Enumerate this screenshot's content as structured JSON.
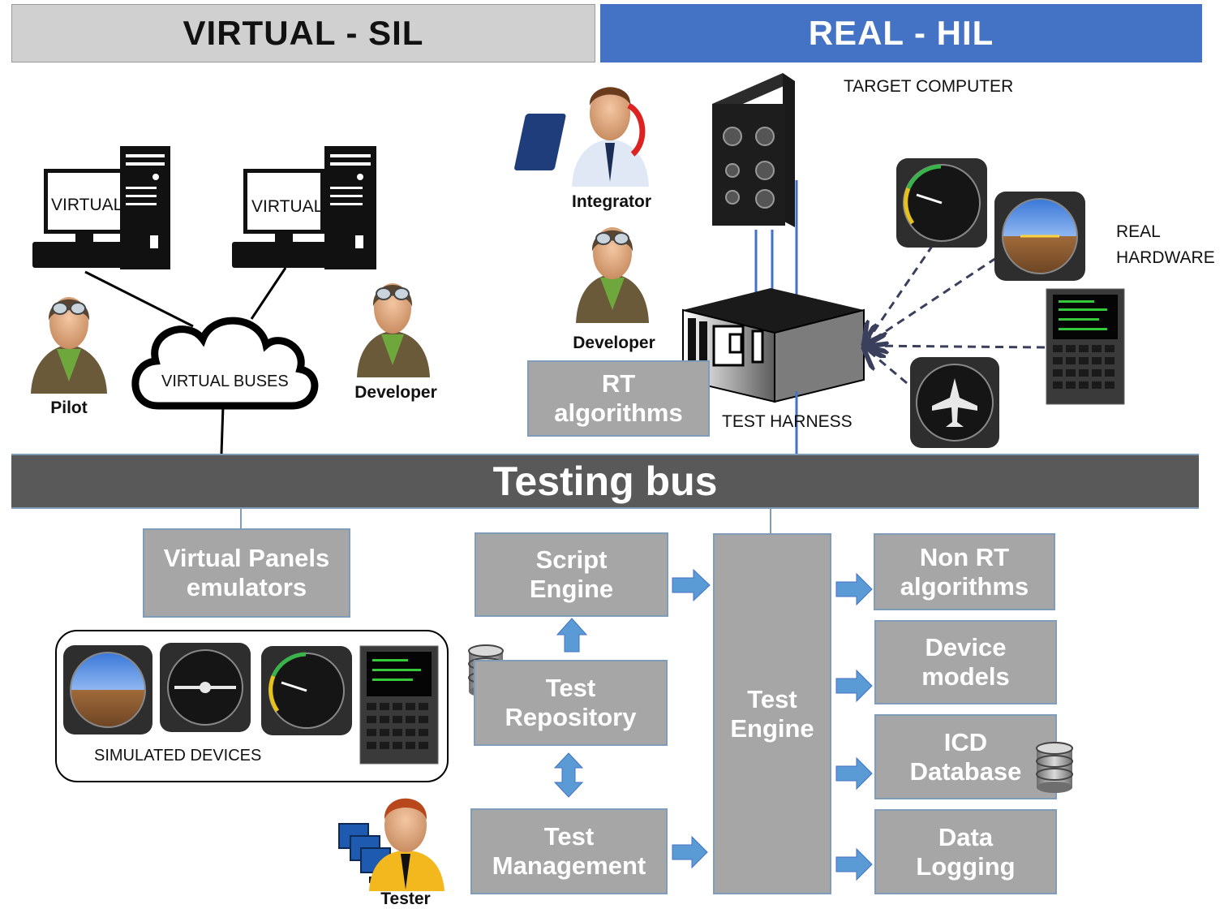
{
  "header": {
    "sil": "VIRTUAL - SIL",
    "hil": "REAL - HIL"
  },
  "bus": {
    "label": "Testing bus"
  },
  "sil": {
    "pc1": "VIRTUAL",
    "pc2": "VIRTUAL",
    "cloud": "VIRTUAL BUSES",
    "pilot": "Pilot",
    "developer": "Developer",
    "virtual_panels": "Virtual Panels\nemulators",
    "simulated_devices": "SIMULATED DEVICES"
  },
  "hil": {
    "integrator": "Integrator",
    "developer": "Developer",
    "target_computer": "TARGET COMPUTER",
    "test_harness": "TEST HARNESS",
    "real_hardware": "REAL\nHARDWARE",
    "rt_algorithms": "RT\nalgorithms"
  },
  "blocks": {
    "script_engine": "Script\nEngine",
    "test_repository": "Test\nRepository",
    "test_management": "Test\nManagement",
    "test_engine": "Test\nEngine",
    "non_rt": "Non RT\nalgorithms",
    "device_models": "Device\nmodels",
    "icd_db": "ICD\nDatabase",
    "data_logging": "Data\nLogging"
  },
  "tester": "Tester",
  "colors": {
    "hil_blue": "#4472c4",
    "box_gray": "#a6a6a6",
    "bus_gray": "#595959",
    "arrow_blue": "#5b9bd5"
  }
}
